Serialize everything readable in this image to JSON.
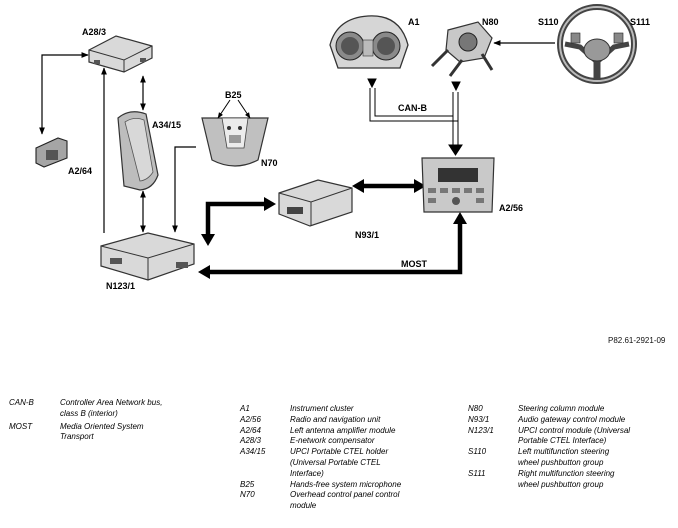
{
  "diagram": {
    "components": [
      {
        "id": "A1",
        "label": "A1"
      },
      {
        "id": "N80",
        "label": "N80"
      },
      {
        "id": "S110",
        "label": "S110"
      },
      {
        "id": "S111",
        "label": "S111"
      },
      {
        "id": "A28_3",
        "label": "A28/3"
      },
      {
        "id": "A34_15",
        "label": "A34/15"
      },
      {
        "id": "B25",
        "label": "B25"
      },
      {
        "id": "N70",
        "label": "N70"
      },
      {
        "id": "A2_64",
        "label": "A2/64"
      },
      {
        "id": "A2_56",
        "label": "A2/56"
      },
      {
        "id": "N93_1",
        "label": "N93/1"
      },
      {
        "id": "N123_1",
        "label": "N123/1"
      }
    ],
    "bus_labels": {
      "canb": "CAN-B",
      "most": "MOST"
    },
    "figure_ref": "P82.61-2921-09"
  },
  "legend": {
    "abbreviations": [
      {
        "key": "CAN-B",
        "line1": "Controller Area Network bus,",
        "line2": "class B (interior)"
      },
      {
        "key": "MOST",
        "line1": "Media Oriented System",
        "line2": "Transport"
      }
    ],
    "col1": [
      {
        "key": "A1",
        "line1": "Instrument cluster",
        "line2": "",
        "line3": ""
      },
      {
        "key": "A2/56",
        "line1": "Radio and navigation unit",
        "line2": "",
        "line3": ""
      },
      {
        "key": "A2/64",
        "line1": "Left antenna amplifier module",
        "line2": "",
        "line3": ""
      },
      {
        "key": "A28/3",
        "line1": "E-network compensator",
        "line2": "",
        "line3": ""
      },
      {
        "key": "A34/15",
        "line1": "UPCI Portable CTEL holder",
        "line2": "(Universal Portable CTEL",
        "line3": "Interface)"
      },
      {
        "key": "B25",
        "line1": "Hands-free system microphone",
        "line2": "",
        "line3": ""
      },
      {
        "key": "N70",
        "line1": "Overhead control panel control",
        "line2": "module",
        "line3": ""
      }
    ],
    "col2": [
      {
        "key": "N80",
        "line1": "Steering column module",
        "line2": ""
      },
      {
        "key": "N93/1",
        "line1": "Audio gateway control module",
        "line2": ""
      },
      {
        "key": "N123/1",
        "line1": "UPCI control module (Universal",
        "line2": "Portable CTEL Interface)"
      },
      {
        "key": "S110",
        "line1": "Left multifunction steering",
        "line2": "wheel pushbutton group"
      },
      {
        "key": "S111",
        "line1": "Right multifunction steering",
        "line2": "wheel pushbutton group"
      }
    ]
  }
}
